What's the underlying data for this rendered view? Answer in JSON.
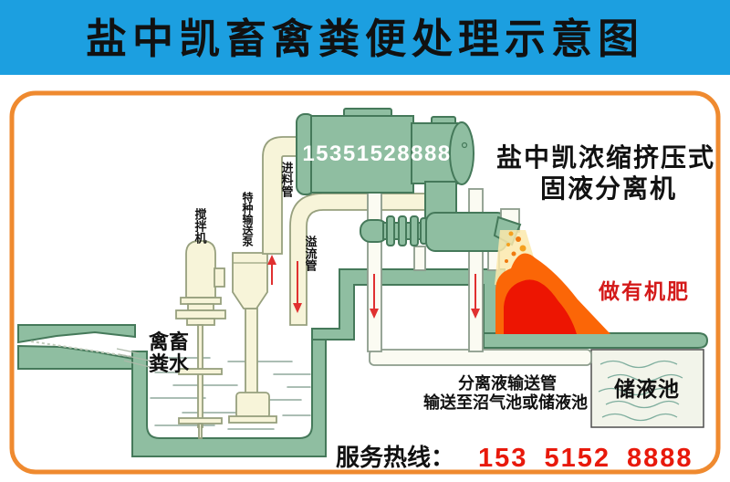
{
  "banner": {
    "title": "盐中凯畜禽粪便处理示意图",
    "bg_color": "#1C9FE0",
    "text_color": "#FFFFFF"
  },
  "panel": {
    "border_color": "#EF8A2F",
    "bg_color": "#FFFFFF"
  },
  "tank": {
    "phone_number": "15351528888"
  },
  "machine_title": {
    "line1": "盐中凯浓缩挤压式",
    "line2": "固液分离机"
  },
  "labels": {
    "feed_pipe": "进料管",
    "special_pump": "特种输送泵",
    "mixer": "搅拌机",
    "overflow_pipe": "溢流管",
    "manure_water_line1": "禽畜",
    "manure_water_line2": "粪水",
    "organic_fertilizer": "做有机肥",
    "separation_line1": "分离液输送管",
    "separation_line2": "输送至沼气池或储液池",
    "storage_pool": "储液池"
  },
  "footer": {
    "hotline_label": "服务热线：",
    "phone_number": "153 5152 8888"
  },
  "colors": {
    "banner_blue": "#1C9FE0",
    "panel_border_orange": "#EF8A2F",
    "equipment_green": "#8FBEA1",
    "equipment_outline": "#45795A",
    "pipe_cream": "#F7F4D9",
    "pipe_white": "#FBFBF2",
    "fertilizer_orange": "#FB6607",
    "fertilizer_red": "#ED1502",
    "droplet_orange": "#F5A01E",
    "glow_yellow": "#FBE9AC",
    "label_black": "#111111",
    "accent_red_text": "#D41A1A",
    "hotline_red": "#E8190B",
    "flow_arrow_red": "#E03030"
  }
}
